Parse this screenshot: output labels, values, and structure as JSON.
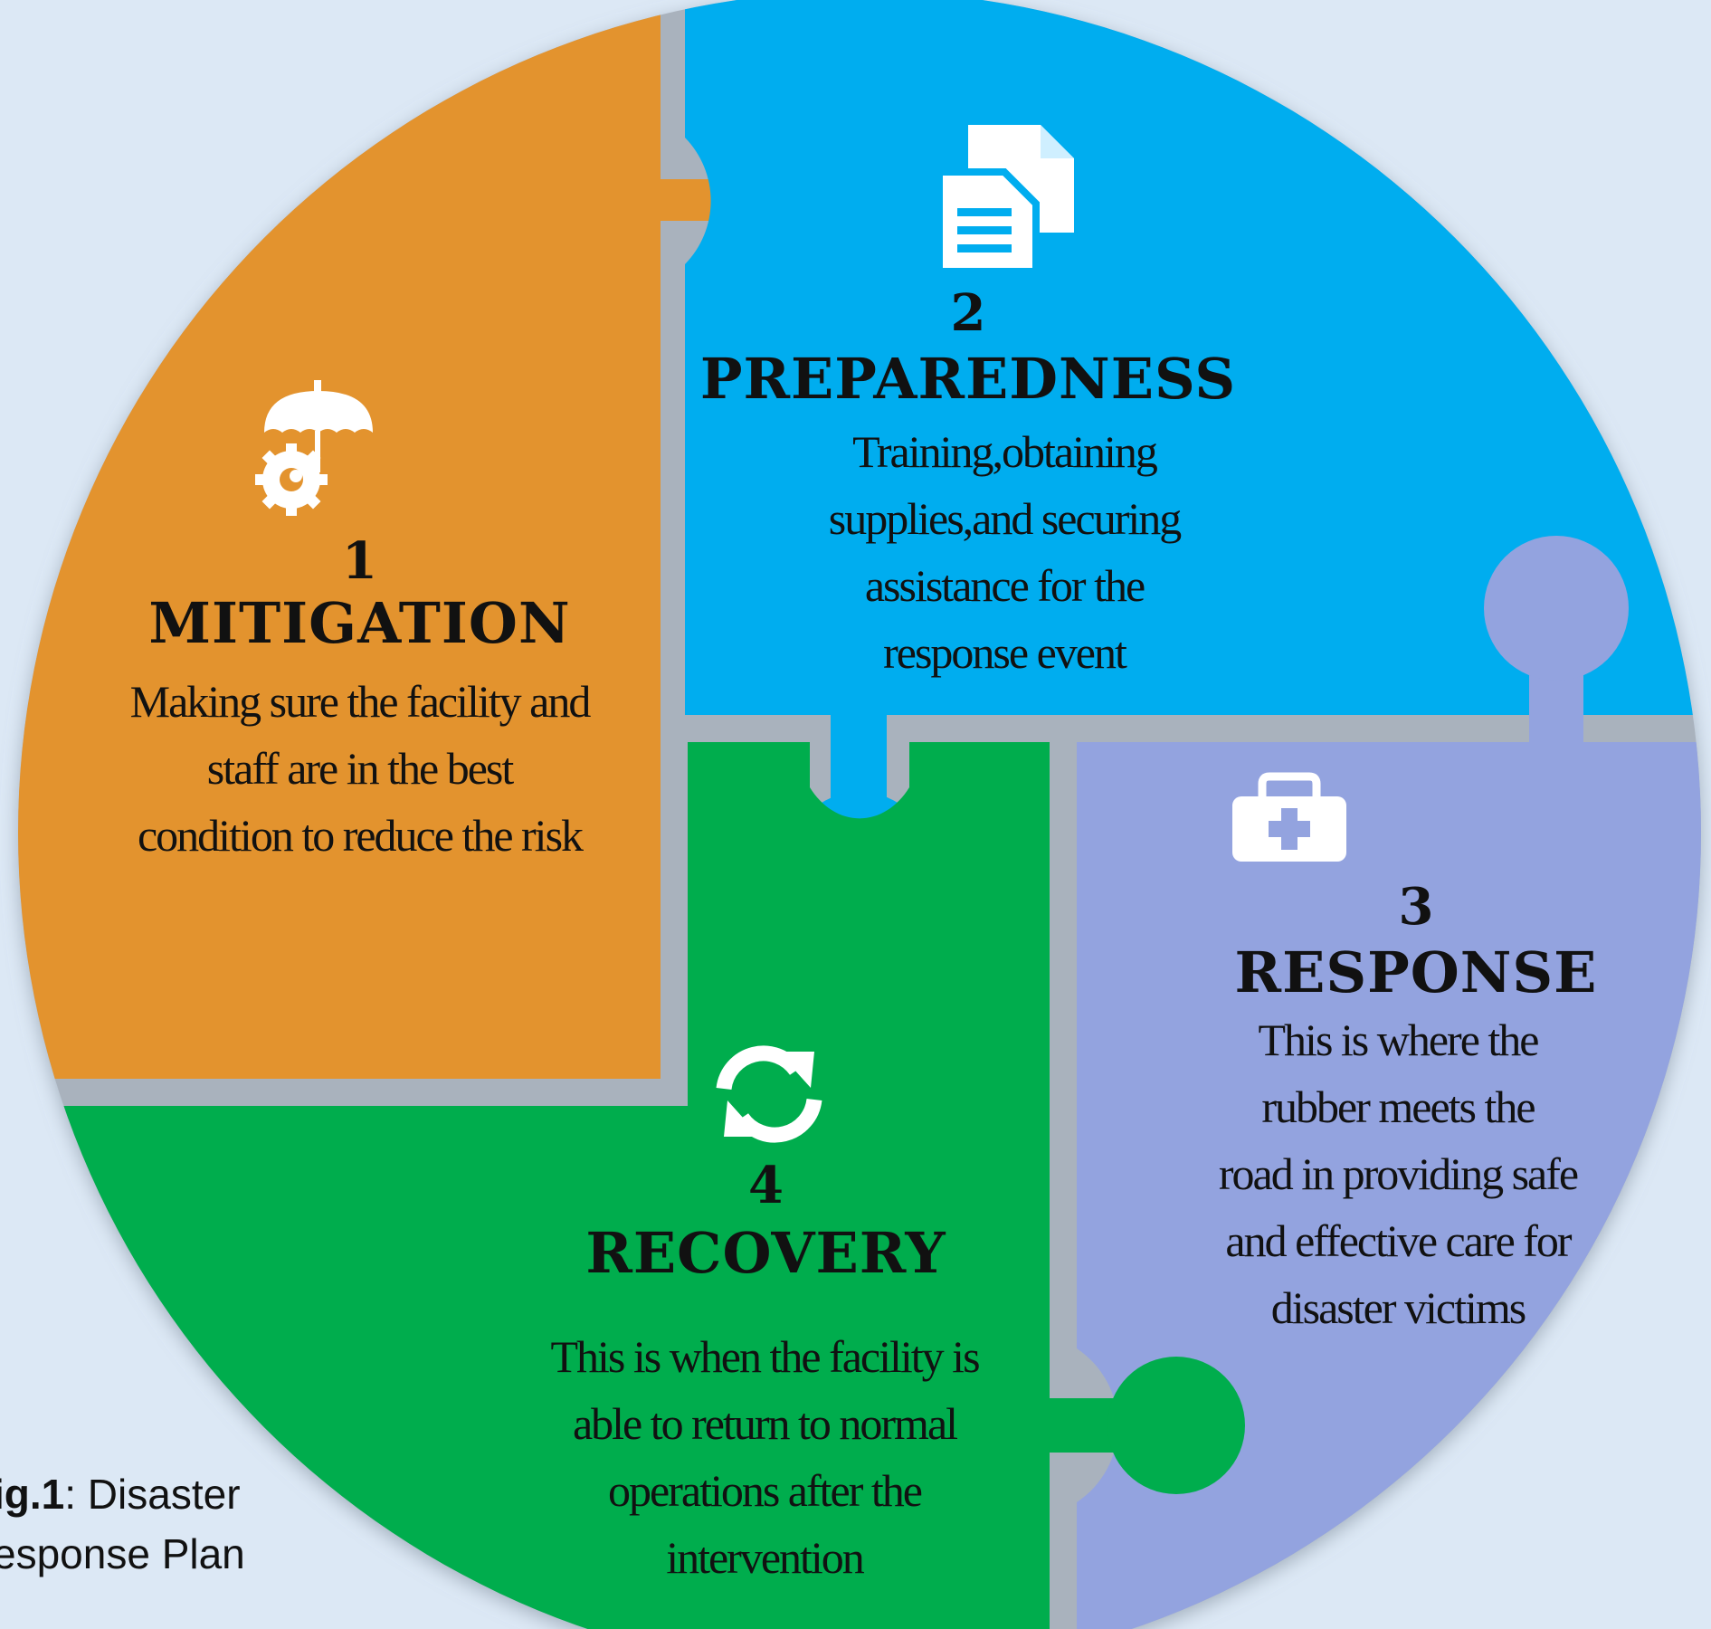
{
  "colors": {
    "background": "#dce8f5",
    "mitigation": "#e3932e",
    "preparedness": "#00adef",
    "response": "#93a3df",
    "recovery": "#00ad4d",
    "gap": "#a9b2bd"
  },
  "sections": {
    "mitigation": {
      "icon": "umbrella-gear-icon",
      "number": "1",
      "title": "MITIGATION",
      "lines": [
        "Making sure the facility and",
        "staff are in the best",
        "condition to reduce the risk"
      ]
    },
    "preparedness": {
      "icon": "documents-icon",
      "number": "2",
      "title": "PREPAREDNESS",
      "lines": [
        "Training,obtaining",
        "supplies,and securing",
        "assistance for the",
        "response event"
      ]
    },
    "response": {
      "icon": "first-aid-kit-icon",
      "number": "3",
      "title": "RESPONSE",
      "lines": [
        "This is where the",
        "rubber meets the",
        "road in providing safe",
        "and effective care for",
        "disaster victims"
      ]
    },
    "recovery": {
      "icon": "refresh-arrows-icon",
      "number": "4",
      "title": "RECOVERY",
      "lines": [
        "This is when the facility is",
        "able to return to normal",
        "operations after the",
        "intervention"
      ]
    }
  },
  "caption": {
    "label": "ig.1",
    "text": ": Disaster",
    "line2": "esponse Plan"
  }
}
